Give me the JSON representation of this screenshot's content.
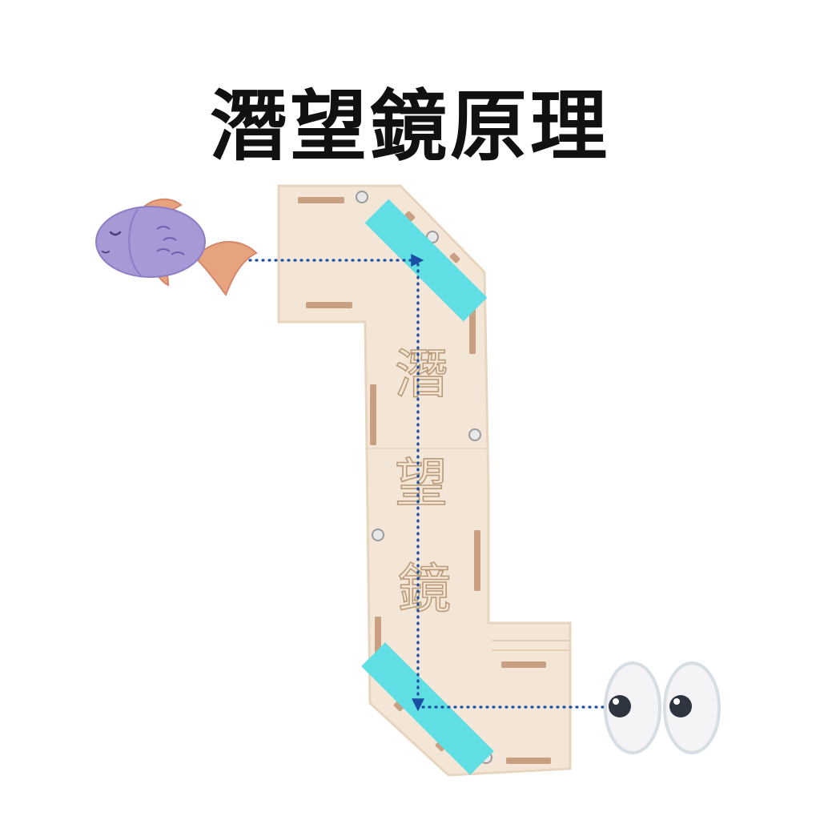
{
  "title": "潛望鏡原理",
  "engraving": [
    "潛",
    "望",
    "鏡"
  ],
  "colors": {
    "wood": "#f3e6d6",
    "wood_edge": "#e4d2bb",
    "mirror": "#5fdee3",
    "ray": "#1b4fa3",
    "fish_body": "#a798d6",
    "fish_fin": "#e7a37e"
  },
  "icons": [
    "fish-icon",
    "eyes-icon"
  ]
}
